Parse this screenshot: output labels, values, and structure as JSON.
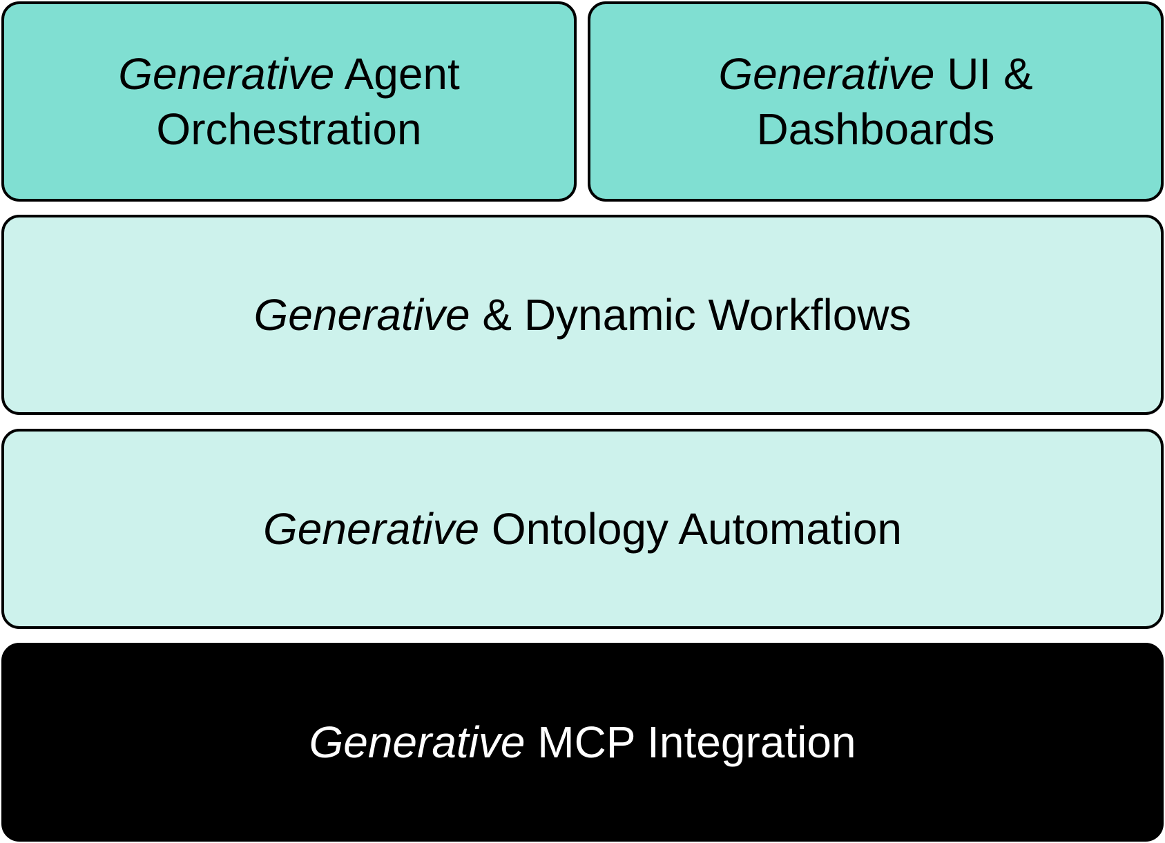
{
  "colors": {
    "top_fill": "#80dfd2",
    "middle_fill": "#cdf2ec",
    "base_fill": "#000000",
    "border": "#000000",
    "base_text": "#ffffff"
  },
  "blocks": {
    "agent_orchestration": {
      "prefix": "Generative",
      "line1": " Agent",
      "line2": "Orchestration"
    },
    "ui_dashboards": {
      "prefix": "Generative",
      "line1": " UI &",
      "line2": "Dashboards"
    },
    "dynamic_workflows": {
      "prefix": "Generative",
      "rest": " & Dynamic Workflows"
    },
    "ontology_automation": {
      "prefix": "Generative",
      "rest": " Ontology Automation"
    },
    "mcp_integration": {
      "prefix": "Generative",
      "rest": " MCP Integration"
    }
  }
}
